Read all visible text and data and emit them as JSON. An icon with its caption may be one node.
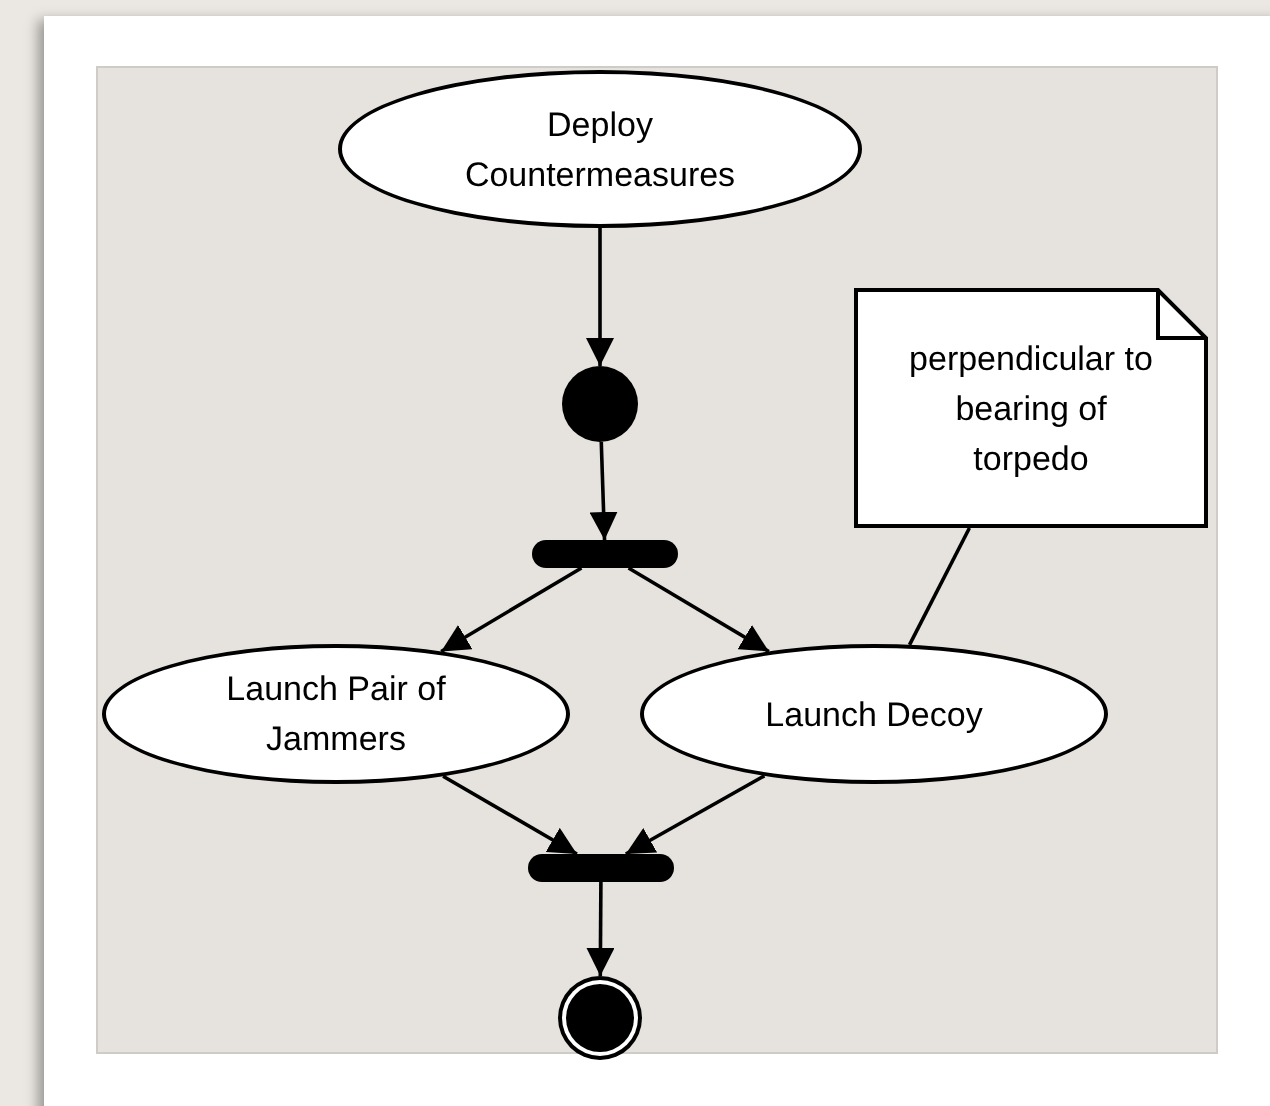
{
  "diagram": {
    "nodes": [
      {
        "text": [
          "Deploy Countermeasures"
        ]
      },
      {
        "text": [],
        "shape": "circle"
      },
      {
        "text": [],
        "shape": "bar"
      },
      {
        "text": [
          "Launch Pair of Jammers"
        ]
      },
      {
        "text": [
          "Launch Decoy"
        ]
      },
      {
        "text": [],
        "shape": "bar"
      },
      {
        "text": [],
        "shape": "circle"
      },
      {
        "text": [
          "perpendicular to bearing of torpedo"
        ]
      }
    ],
    "edges": [
      {
        "from": 0,
        "to": 1,
        "arrow": "to"
      },
      {
        "from": 1,
        "to": 2,
        "arrow": "to"
      },
      {
        "from": 2,
        "to": 3,
        "arrow": "to"
      },
      {
        "from": 2,
        "to": 4,
        "arrow": "to"
      },
      {
        "from": 3,
        "to": 5,
        "arrow": "to"
      },
      {
        "from": 4,
        "to": 5,
        "arrow": "to"
      },
      {
        "from": 5,
        "to": 6,
        "arrow": "to"
      },
      {
        "from": 7,
        "to": 4,
        "arrow": "none"
      }
    ]
  }
}
